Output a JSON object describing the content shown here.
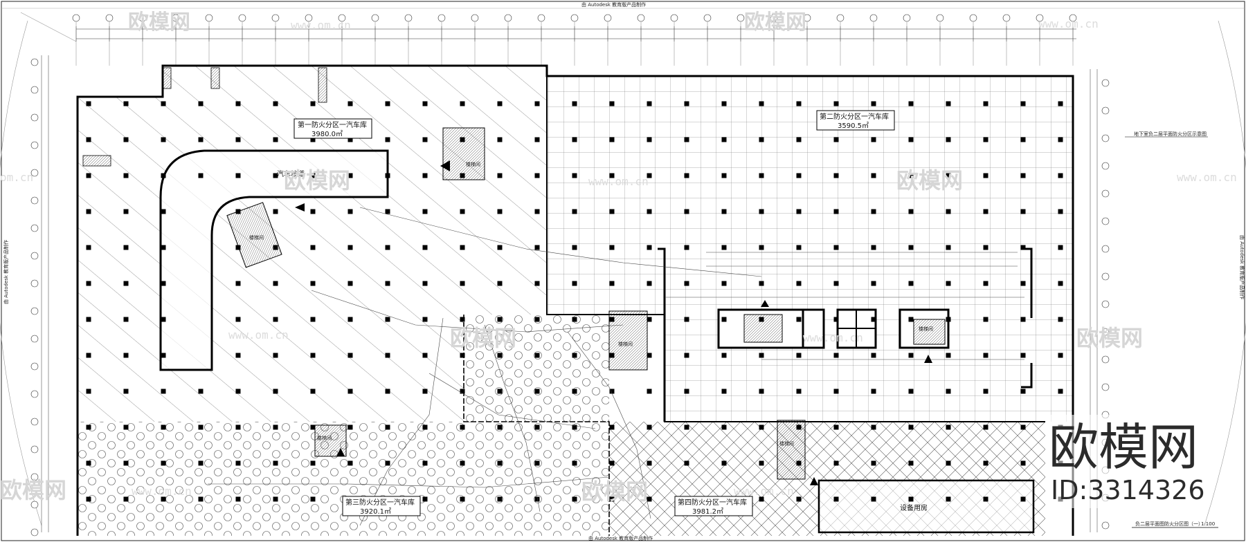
{
  "sheet": {
    "top_note": "由 Autodesk 教育版产品制作",
    "bottom_note": "由 Autodesk 教育版产品制作",
    "left_note": "由 Autodesk 教育版产品制作",
    "right_note": "由 Autodesk 教育版产品制作"
  },
  "zones": {
    "z1": {
      "line1": "第一防火分区一汽车库",
      "line2": "3980.0㎡"
    },
    "z2": {
      "line1": "第二防火分区一汽车库",
      "line2": "3590.5㎡"
    },
    "z3": {
      "line1": "第三防火分区一汽车库",
      "line2": "3920.1㎡"
    },
    "z4": {
      "line1": "第四防火分区一汽车库",
      "line2": "3981.2㎡"
    }
  },
  "rooms": {
    "ramp": "汽车坡道",
    "stair1": "楼梯间",
    "stair2": "楼梯间",
    "stair3": "楼梯间",
    "stair4": "楼梯间",
    "stair5": "楼梯间",
    "stair6": "楼梯间",
    "equip": "设备用房"
  },
  "notes": {
    "right_title": "地下室负二层平面防火分区示意图",
    "plan_title": "负二层平面图防火分区图（一）",
    "plan_scale": "1:100"
  },
  "watermark": {
    "brand": "欧模网",
    "url": "www.om.cn",
    "url_short": "om.cn",
    "big_brand": "欧模网",
    "id_text": "ID:3314326"
  }
}
